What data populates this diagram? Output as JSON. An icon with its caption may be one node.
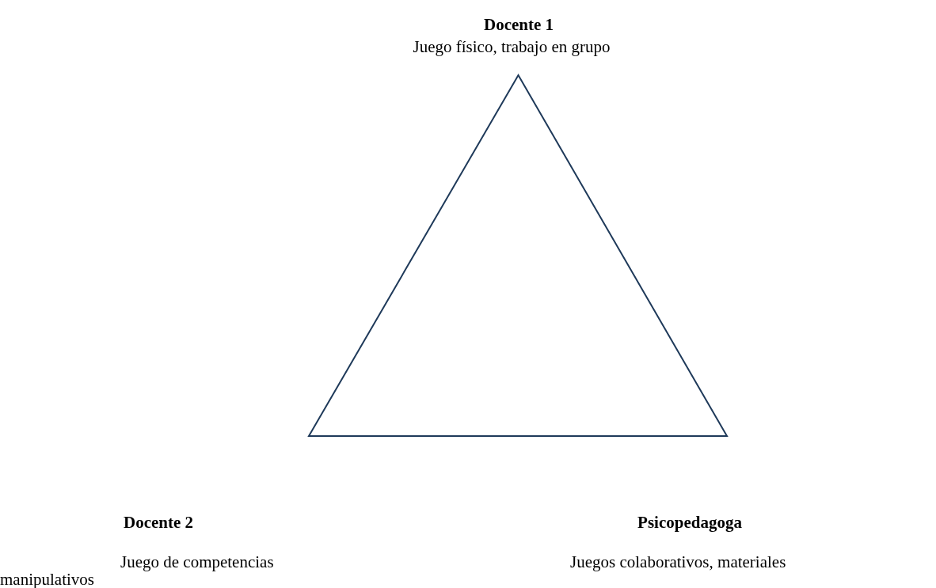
{
  "diagram": {
    "nodes": [
      {
        "text": [],
        "shape": "triangle"
      }
    ],
    "labels": [
      "Docente 1",
      "Juego físico, trabajo en grupo",
      "Docente 2",
      "Psicopedagoga",
      "Juego de competencias",
      "Juegos colaborativos, materiales",
      "manipulativos"
    ]
  }
}
